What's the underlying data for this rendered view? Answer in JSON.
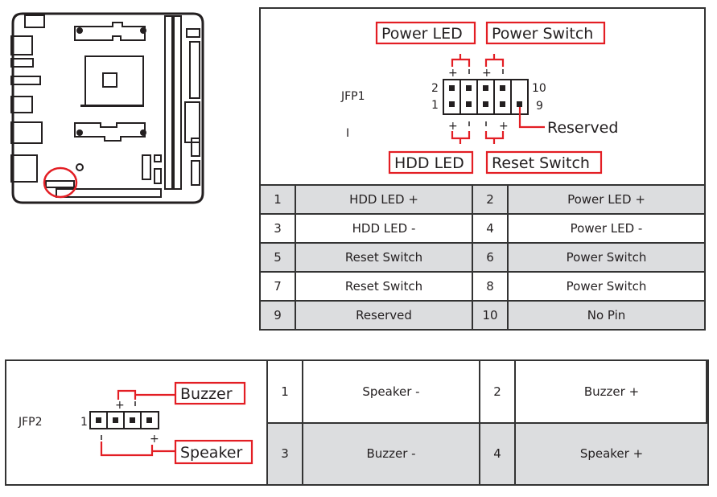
{
  "jfp1": {
    "name": "JFP1",
    "callouts": {
      "power_led": "Power LED",
      "power_switch": "Power Switch",
      "hdd_led": "HDD LED",
      "reset_switch": "Reset Switch",
      "reserved": "Reserved"
    },
    "pin_labels": {
      "p2": "2",
      "p1": "1",
      "p10": "10",
      "p9": "9"
    },
    "polarity": {
      "plus": "+",
      "minus": "-"
    },
    "rows": [
      {
        "a_pin": "1",
        "a_desc": "HDD LED +",
        "b_pin": "2",
        "b_desc": "Power LED +"
      },
      {
        "a_pin": "3",
        "a_desc": "HDD LED -",
        "b_pin": "4",
        "b_desc": "Power LED -"
      },
      {
        "a_pin": "5",
        "a_desc": "Reset Switch",
        "b_pin": "6",
        "b_desc": "Power Switch"
      },
      {
        "a_pin": "7",
        "a_desc": "Reset Switch",
        "b_pin": "8",
        "b_desc": "Power Switch"
      },
      {
        "a_pin": "9",
        "a_desc": "Reserved",
        "b_pin": "10",
        "b_desc": "No Pin"
      }
    ]
  },
  "jfp2": {
    "name": "JFP2",
    "pin1_label": "1",
    "callouts": {
      "buzzer": "Buzzer",
      "speaker": "Speaker"
    },
    "rows": [
      {
        "a_pin": "1",
        "a_desc": "Speaker -",
        "b_pin": "2",
        "b_desc": "Buzzer +"
      },
      {
        "a_pin": "3",
        "a_desc": "Buzzer -",
        "b_pin": "4",
        "b_desc": "Speaker +"
      }
    ]
  },
  "colors": {
    "accent": "#e31e24",
    "shade": "#dcdddf",
    "line": "#333333"
  }
}
